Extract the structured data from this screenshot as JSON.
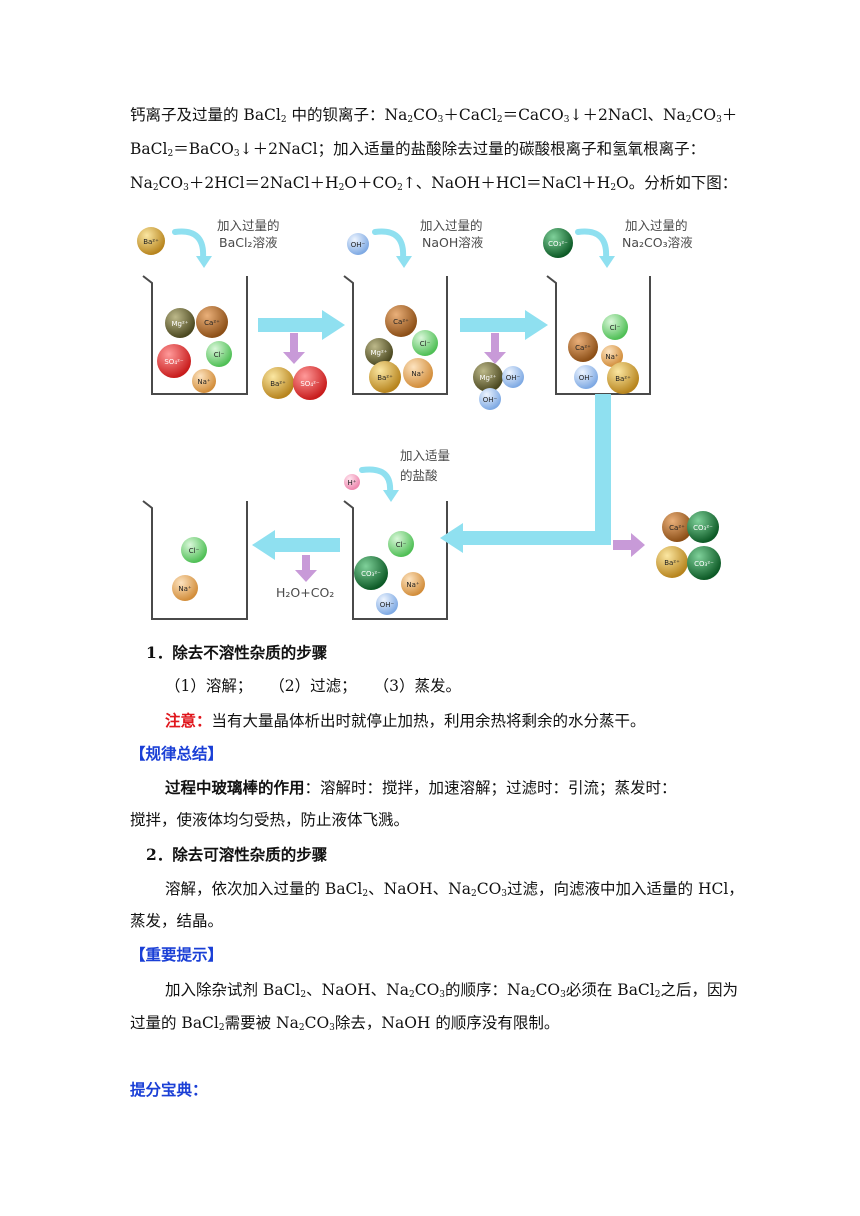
{
  "intro": {
    "line1_a": "钙离子及过量的 BaCl",
    "line1_sub1": "2",
    "line1_b": " 中的钡离子：Na",
    "line1_sub2": "2",
    "line1_c": "CO",
    "line1_sub3": "3",
    "line1_d": "＋CaCl",
    "line1_sub4": "2",
    "line1_e": "＝CaCO",
    "line1_sub5": "3",
    "line1_f": "↓＋2NaCl、Na",
    "line1_sub6": "2",
    "line1_g": "CO",
    "line1_sub7": "3",
    "line1_h": "＋",
    "line2_a": "BaCl",
    "line2_sub1": "2",
    "line2_b": "＝BaCO",
    "line2_sub2": "3",
    "line2_c": "↓＋2NaCl；加入适量的盐酸除去过量的碳酸根离子和氢氧根离子：",
    "line3_a": "Na",
    "line3_sub1": "2",
    "line3_b": "CO",
    "line3_sub2": "3",
    "line3_c": "＋2HCl＝2NaCl＋H",
    "line3_sub3": "2",
    "line3_d": "O＋CO",
    "line3_sub4": "2",
    "line3_e": "↑、NaOH＋HCl＝NaCl＋H",
    "line3_sub5": "2",
    "line3_f": "O。分析如下图："
  },
  "diagram": {
    "step1_label_1": "加入过量的",
    "step1_label_2": "BaCl₂溶液",
    "step2_label_1": "加入过量的",
    "step2_label_2": "NaOH溶液",
    "step3_label_1": "加入过量的",
    "step3_label_2": "Na₂CO₃溶液",
    "step4_label_1": "加入适量",
    "step4_label_2": "的盐酸",
    "gas_label": "H₂O+CO₂",
    "ions": {
      "ba": "Ba²⁺",
      "mg": "Mg²⁺",
      "ca": "Ca²⁺",
      "so4": "SO₄²⁻",
      "cl": "Cl⁻",
      "na": "Na⁺",
      "oh": "OH⁻",
      "co3": "CO₃²⁻",
      "h": "H⁺"
    },
    "colors": {
      "arrow": "#8fe0f0",
      "precipitate_arrow": "#c89ad8",
      "ba": "#d2a43a",
      "mg": "#6e6a3a",
      "ca": "#b5702a",
      "so4": "#e23a3a",
      "cl": "#79d27a",
      "na": "#e6b066",
      "oh": "#9ec3ef",
      "co3": "#1f7a3a",
      "h": "#f4a6c2"
    }
  },
  "section1": {
    "heading": "1．除去不溶性杂质的步骤",
    "steps": "（1）溶解；  （2）过滤；  （3）蒸发。",
    "note_label": "注意：",
    "note_text": "当有大量晶体析出时就停止加热，利用余热将剩余的水分蒸干。"
  },
  "summary": {
    "heading": "【规律总结】",
    "bold_lead": "过程中玻璃棒的作用",
    "text1": "：溶解时：搅拌，加速溶解；过滤时：引流；蒸发时：",
    "text2": "搅拌，使液体均匀受热，防止液体飞溅。"
  },
  "section2": {
    "heading": "2．除去可溶性杂质的步骤",
    "p1_a": "溶解，依次加入过量的 BaCl",
    "p1_sub1": "2",
    "p1_b": "、NaOH、Na",
    "p1_sub2": "2",
    "p1_c": "CO",
    "p1_sub3": "3",
    "p1_d": "过滤，向滤液中加入适量的 HCl，",
    "p2": "蒸发，结晶。"
  },
  "tips": {
    "heading": "【重要提示】",
    "l1_a": "加入除杂试剂 BaCl",
    "l1_sub1": "2",
    "l1_b": "、NaOH、Na",
    "l1_sub2": "2",
    "l1_c": "CO",
    "l1_sub3": "3",
    "l1_d": "的顺序：Na",
    "l1_sub4": "2",
    "l1_e": "CO",
    "l1_sub5": "3",
    "l1_f": "必须在 BaCl",
    "l1_sub6": "2",
    "l1_g": "之后，因为",
    "l2_a": "过量的 BaCl",
    "l2_sub1": "2",
    "l2_b": "需要被 Na",
    "l2_sub2": "2",
    "l2_c": "CO",
    "l2_sub3": "3",
    "l2_d": "除去，NaOH 的顺序没有限制。"
  },
  "footer": {
    "heading": "提分宝典："
  }
}
